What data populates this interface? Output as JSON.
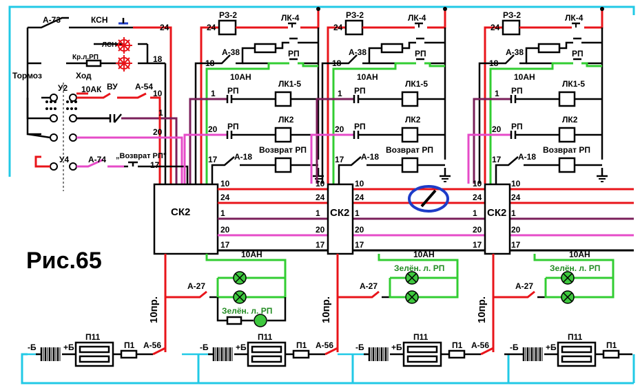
{
  "figure": {
    "title": "Рис.65",
    "block_label": "СК2",
    "wire_numbers": [
      "10",
      "24",
      "1",
      "20",
      "17"
    ],
    "labels": {
      "a73": "А-73",
      "ksn": "КСН",
      "lsn": "ЛСН",
      "kr_l_rp": "Кр.л.РП",
      "tormoz": "Тормоз",
      "hod": "Ход",
      "u2": "У2",
      "u4": "У4",
      "ak10": "10АК",
      "vu": "ВУ",
      "a54": "А-54",
      "a74": "А-74",
      "vozvrat_rp_q": "„Возврат РП\"",
      "rz2": "РЗ-2",
      "lk4": "ЛК-4",
      "a38": "А-38",
      "rp": "РП",
      "an10": "10АН",
      "lk15": "ЛК1-5",
      "lk2": "ЛК2",
      "a18": "А-18",
      "vozvrat_rp": "Возврат РП",
      "wire18": "18",
      "a27": "А-27",
      "zelen_l_rp": "Зелён. л. РП",
      "pr10": "10пр.",
      "minus_b": "-Б",
      "plus_b": "+Б",
      "p11": "П11",
      "p1": "П1",
      "a56": "А-56"
    }
  },
  "colors": {
    "red": "#e8141a",
    "black": "#000000",
    "cyan": "#21c9e6",
    "green": "#32cd32",
    "purple": "#7a1f5a",
    "magenta": "#e64bc8",
    "lamp": "#3ec83e",
    "blue": "#1e3cc8"
  }
}
